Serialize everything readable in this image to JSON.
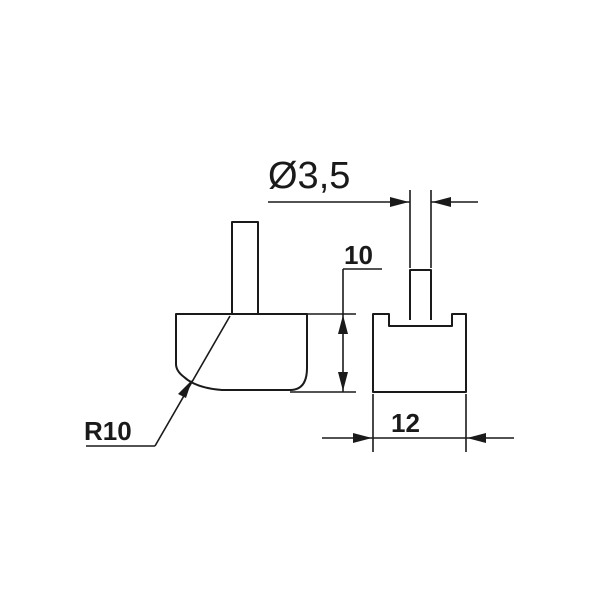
{
  "dimensions": {
    "diameter_label": "Ø3,5",
    "height_label": "10",
    "width_label": "12",
    "radius_label": "R10"
  },
  "colors": {
    "line": "#1a1a1a",
    "background": "#ffffff"
  }
}
